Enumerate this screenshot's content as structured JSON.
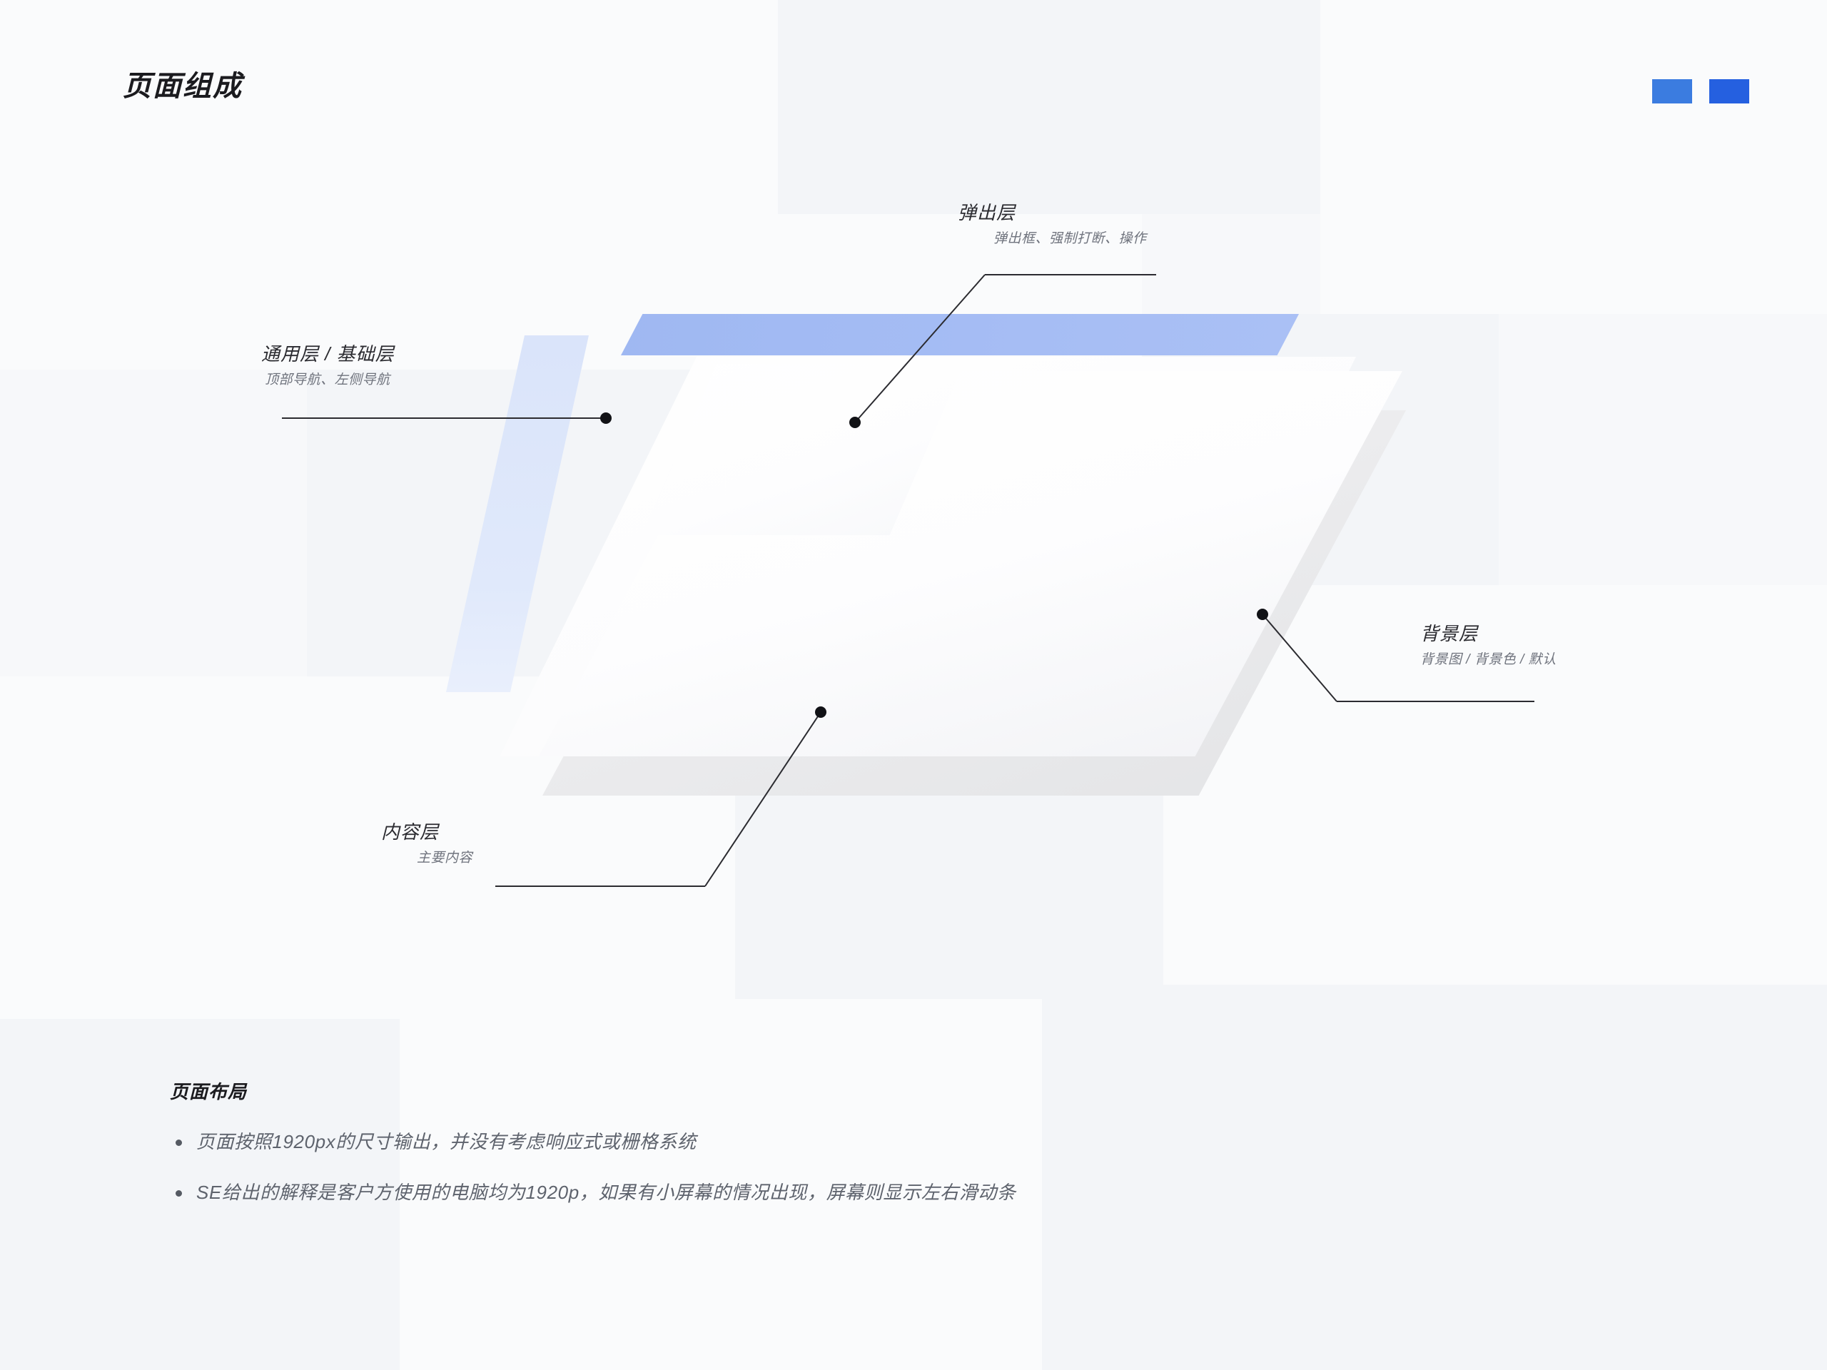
{
  "page": {
    "title": "页面组成",
    "background_color": "#f7f8fa"
  },
  "brand": {
    "block_1_color": "#3b7ce0",
    "block_2_color": "#2560e0"
  },
  "diagram": {
    "type": "isometric-layer-stack",
    "layers": [
      {
        "key": "popup",
        "title": "弹出层",
        "subtitle": "弹出框、强制打断、操作",
        "color": "#ffffff"
      },
      {
        "key": "base",
        "title": "通用层 / 基础层",
        "subtitle": "顶部导航、左侧导航",
        "color": "#dae4fa"
      },
      {
        "key": "background",
        "title": "背景层",
        "subtitle": "背景图 / 背景色 / 默认",
        "color": "#ececee"
      },
      {
        "key": "content",
        "title": "内容层",
        "subtitle": "主要内容",
        "color": "#fdfdfe"
      }
    ],
    "topbar_color": "#a3bbf3",
    "sidebar_color": "#dce6fa"
  },
  "notes": {
    "heading": "页面布局",
    "items": [
      "页面按照1920px的尺寸输出，并没有考虑响应式或栅格系统",
      "SE给出的解释是客户方使用的电脑均为1920p，如果有小屏幕的情况出现，屏幕则显示左右滑动条"
    ]
  }
}
